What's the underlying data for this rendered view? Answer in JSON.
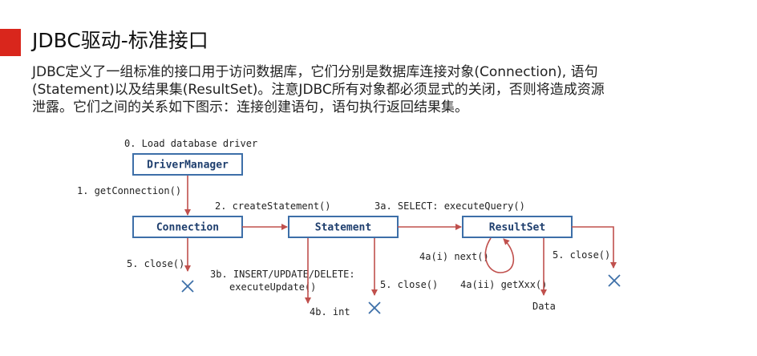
{
  "slide": {
    "title": "JDBC驱动-标准接口",
    "description_lines": [
      "JDBC定义了一组标准的接口用于访问数据库，它们分别是数据库连接对象(Connection), 语句",
      "(Statement)以及结果集(ResultSet)。注意JDBC所有对象都必须显式的关闭，否则将造成资源",
      "泄露。它们之间的关系如下图示：连接创建语句，语句执行返回结果集。"
    ],
    "accent_color": "#d9261c"
  },
  "diagram": {
    "boxes": {
      "driver_manager": "DriverManager",
      "connection": "Connection",
      "statement": "Statement",
      "resultset": "ResultSet"
    },
    "labels": {
      "load_driver": "0. Load database driver",
      "get_connection": "1. getConnection()",
      "create_statement": "2. createStatement()",
      "select_query": "3a. SELECT: executeQuery()",
      "insert_update_line1": "3b. INSERT/UPDATE/DELETE:",
      "insert_update_line2": "executeUpdate()",
      "int_result": "4b. int",
      "next": "4a(i) next()",
      "get_xxx": "4a(ii) getXxx()",
      "data": "Data",
      "close_connection": "5. close()",
      "close_statement": "5. close()",
      "close_resultset": "5. close()"
    },
    "colors": {
      "box_border": "#3d6fa8",
      "box_text": "#1f3f6e",
      "arrow": "#c0504d",
      "close_mark": "#3d6fa8"
    }
  }
}
